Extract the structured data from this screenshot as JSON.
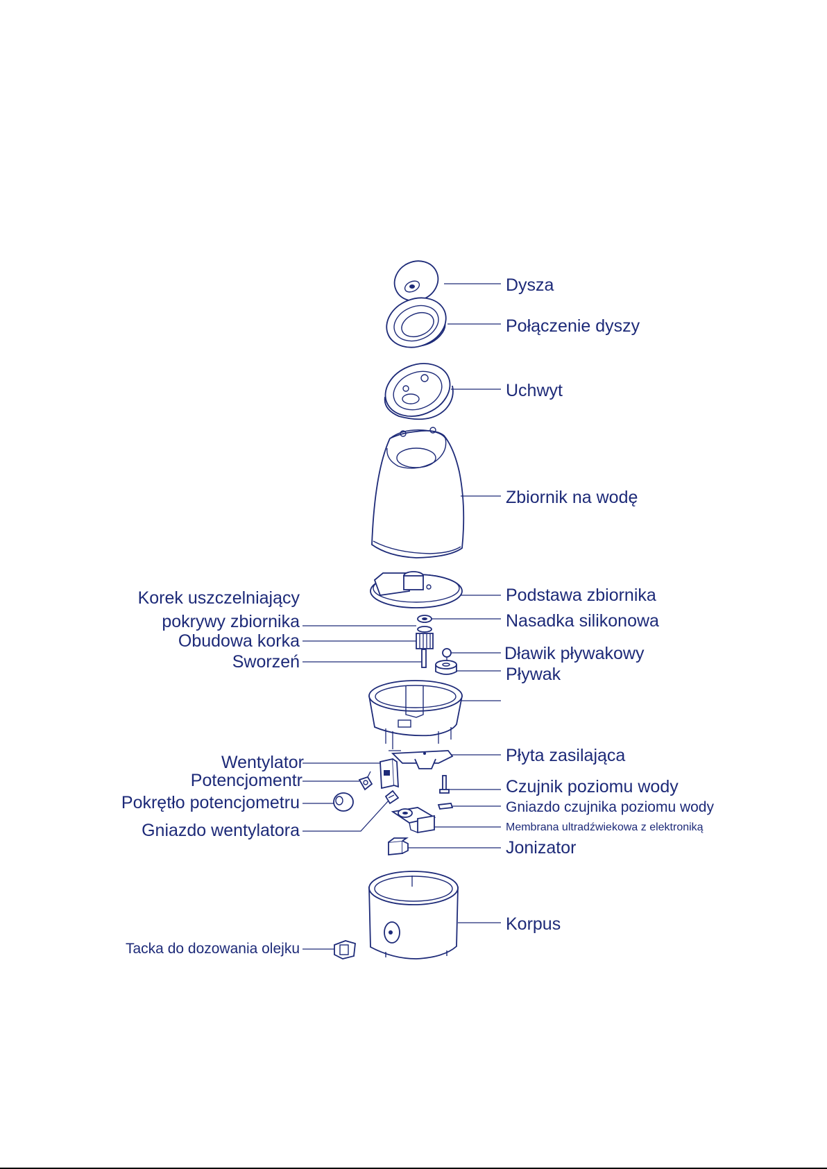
{
  "diagram": {
    "labels": {
      "dysza": "Dysza",
      "polaczenie_dyszy": "Połączenie dyszy",
      "uchwyt": "Uchwyt",
      "zbiornik_na_wode": "Zbiornik na wodę",
      "podstawa_zbiornika": "Podstawa zbiornika",
      "nasadka_silikonowa": "Nasadka silikonowa",
      "dlawik_plywakowy": "Dławik pływakowy",
      "plywak": "Pływak",
      "korek_line1": "Korek uszczelniający",
      "korek_line2": "pokrywy zbiornika",
      "obudowa_korka": "Obudowa korka",
      "sworzen": "Sworzeń",
      "plyta_zasilajaca": "Płyta zasilająca",
      "wentylator": "Wentylator",
      "potencjometr": "Potencjomentr",
      "pokretlo": "Pokrętło potencjometru",
      "czujnik": "Czujnik poziomu wody",
      "gniazdo_czujnika": "Gniazdo czujnika poziomu wody",
      "membrana": "Membrana ultradźwiekowa z elektroniką",
      "gniazdo_wentylatora": "Gniazdo wentylatora",
      "jonizator": "Jonizator",
      "korpus": "Korpus",
      "tacka": "Tacka do dozowania olejku"
    },
    "colors": {
      "ink": "#1d2a78"
    }
  }
}
